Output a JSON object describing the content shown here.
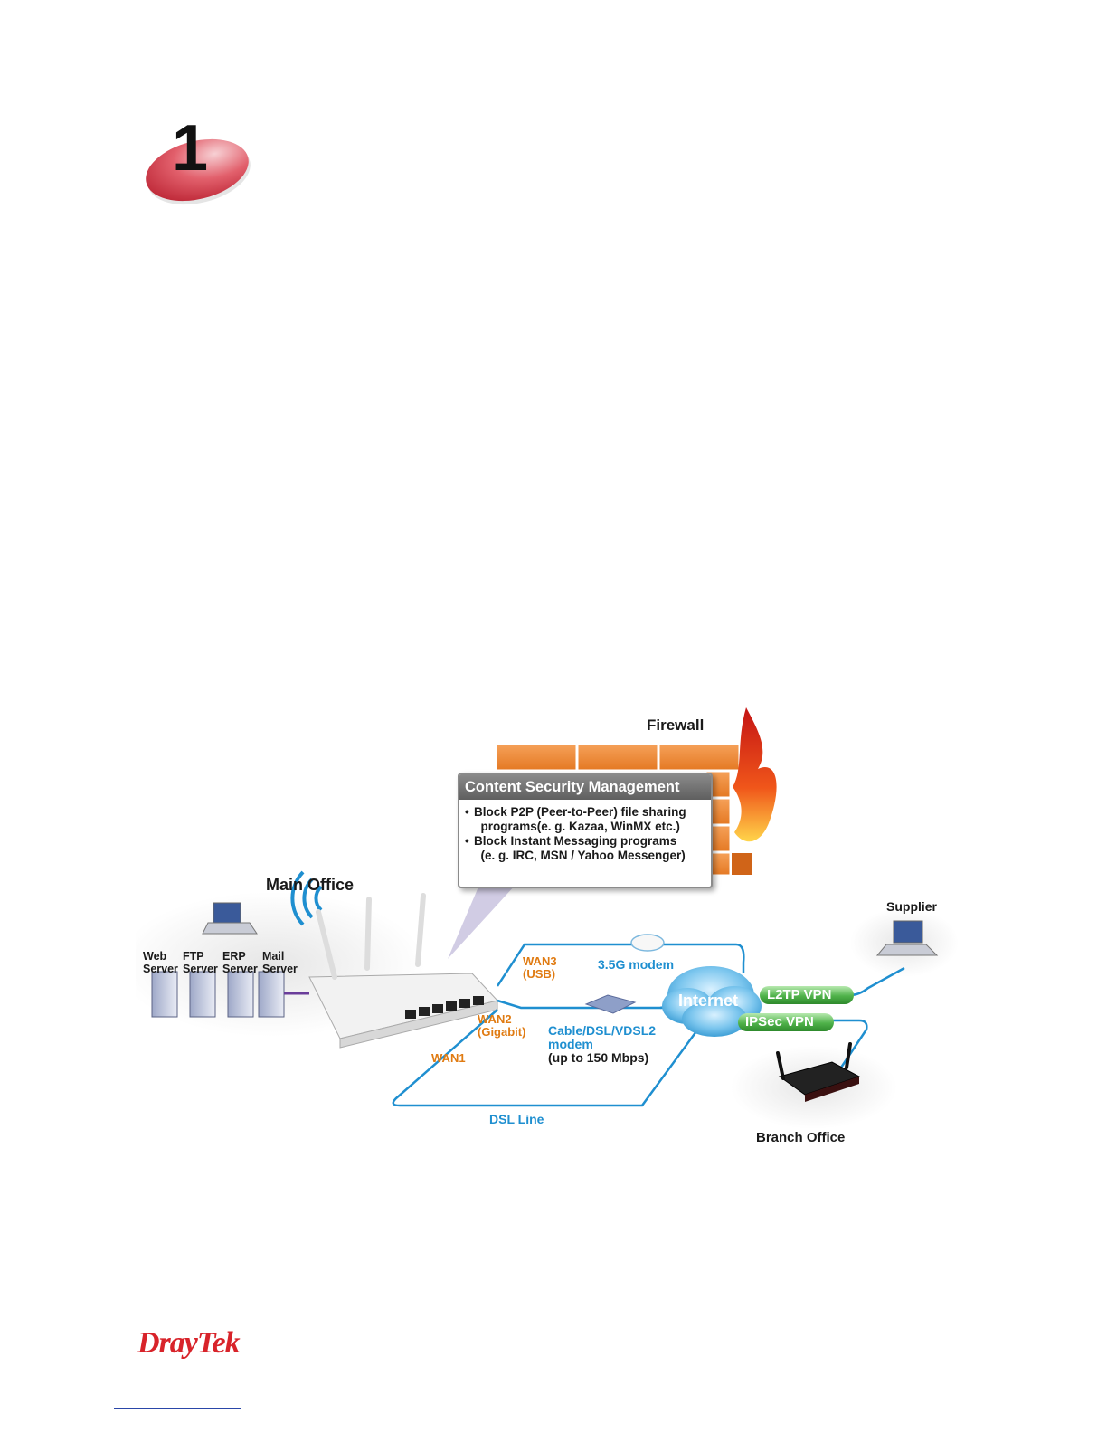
{
  "chapter": {
    "number": "1"
  },
  "diagram": {
    "firewall_label": "Firewall",
    "csm": {
      "title": "Content Security Management",
      "items": [
        "Block P2P (Peer-to-Peer) file sharing\n  programs(e. g. Kazaa, WinMX etc.)",
        "Block Instant Messaging programs\n  (e. g. IRC, MSN / Yahoo Messenger)"
      ]
    },
    "main_office": "Main Office",
    "servers": [
      {
        "line1": "Web",
        "line2": "Server"
      },
      {
        "line1": "FTP",
        "line2": "Server"
      },
      {
        "line1": "ERP",
        "line2": "Server"
      },
      {
        "line1": "Mail",
        "line2": "Server"
      }
    ],
    "wan3": {
      "line1": "WAN3",
      "line2": "(USB)"
    },
    "wan2": {
      "line1": "WAN2",
      "line2": "(Gigabit)"
    },
    "wan1": "WAN1",
    "modem_35g": "3.5G modem",
    "cable_modem": {
      "line1": "Cable/DSL/VDSL2",
      "line2": "modem",
      "line3": "(up to 150 Mbps)"
    },
    "dsl_line": "DSL Line",
    "internet": "Internet",
    "l2tp_vpn": "L2TP VPN",
    "ipsec_vpn": "IPSec VPN",
    "supplier": "Supplier",
    "branch_office": "Branch Office"
  },
  "footer": {
    "logo_text": "DrayTek"
  },
  "colors": {
    "accent_red": "#d8232a",
    "wan_orange": "#e07b12",
    "line_blue": "#1f8fd0",
    "vpn_green": "#4fb24a"
  }
}
